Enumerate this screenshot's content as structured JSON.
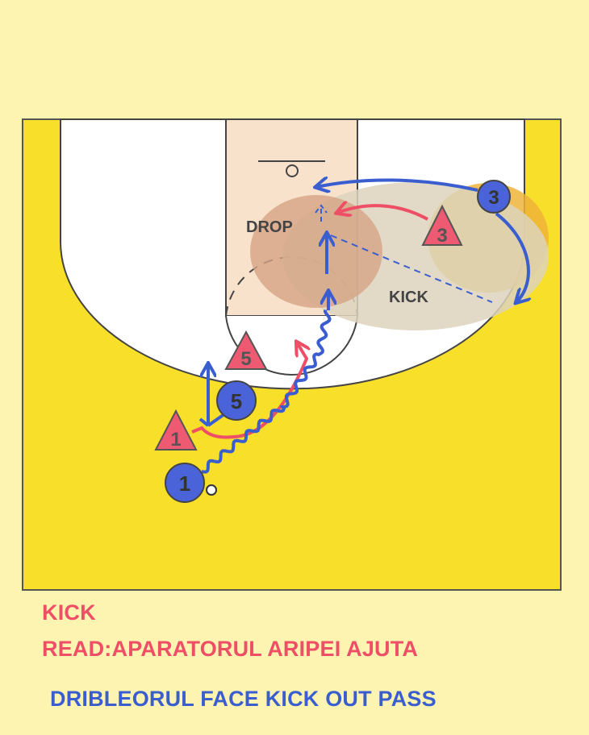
{
  "diagram": {
    "labels": {
      "drop": "DROP",
      "kick": "KICK"
    },
    "players": {
      "offense": [
        {
          "number": "1"
        },
        {
          "number": "3"
        },
        {
          "number": "5"
        }
      ],
      "defense": [
        {
          "number": "1"
        },
        {
          "number": "3"
        },
        {
          "number": "5"
        }
      ]
    },
    "colors": {
      "offense": "#4060d0",
      "defense": "#ee5a72",
      "court": "#f8df2a",
      "background": "#fdf4b2"
    }
  },
  "captions": {
    "title": "KICK",
    "read": "READ:APARATORUL ARIPEI AJUTA",
    "action": "DRIBLEORUL FACE KICK OUT PASS"
  }
}
